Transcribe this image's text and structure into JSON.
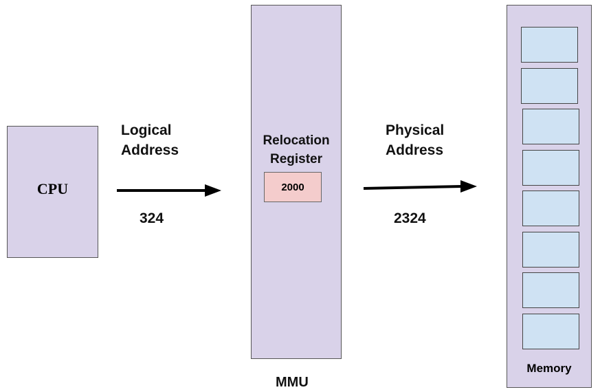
{
  "cpu": {
    "label": "CPU"
  },
  "logical_address": {
    "label": "Logical\nAddress",
    "value": "324"
  },
  "mmu": {
    "label": "MMU",
    "register_label": "Relocation\nRegister",
    "register_value": "2000"
  },
  "physical_address": {
    "label": "Physical\nAddress",
    "value": "2324"
  },
  "memory": {
    "label": "Memory",
    "slot_count": 8
  },
  "colors": {
    "component_fill": "#d9d2e9",
    "register_fill": "#f4cccc",
    "memory_slot_fill": "#cfe2f3"
  }
}
